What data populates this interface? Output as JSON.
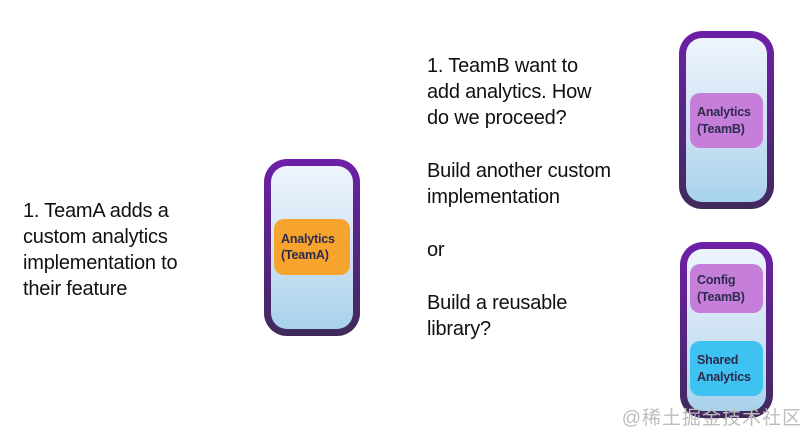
{
  "colors": {
    "frame_top": "#6e1fa9",
    "frame_bottom": "#402a5c",
    "screen_top": "#eef4fc",
    "screen_mid": "#cde2f3",
    "screen_bottom": "#a8d2ec",
    "box_orange": "#f6a42d",
    "box_orchid": "#c67edb",
    "box_cyan": "#3ec2f1",
    "box_text": "#2e2a4d",
    "text": "#101010",
    "watermark": "#bdbdbd"
  },
  "left_note": {
    "lines": [
      "1. TeamA adds a",
      "custom analytics",
      "implementation to",
      "their feature"
    ]
  },
  "mid_note": {
    "paragraphs": [
      {
        "lines": [
          "1. TeamB want to",
          "add analytics. How",
          "do we proceed?"
        ]
      },
      {
        "lines": [
          "Build another custom",
          "implementation"
        ]
      },
      {
        "lines": [
          "or"
        ]
      },
      {
        "lines": [
          "Build a reusable",
          "library?"
        ]
      }
    ]
  },
  "phone_a": {
    "box": {
      "lines": [
        "Analytics",
        "(TeamA)"
      ],
      "color": "#f6a42d"
    }
  },
  "phone_b": {
    "box": {
      "lines": [
        "Analytics",
        "(TeamB)"
      ],
      "color": "#c67edb"
    }
  },
  "phone_c": {
    "boxes": [
      {
        "lines": [
          "Config",
          "(TeamB)"
        ],
        "color": "#c67edb"
      },
      {
        "lines": [
          "Shared",
          "Analytics"
        ],
        "color": "#3ec2f1"
      }
    ]
  },
  "watermark": "@稀土掘金技术社区"
}
